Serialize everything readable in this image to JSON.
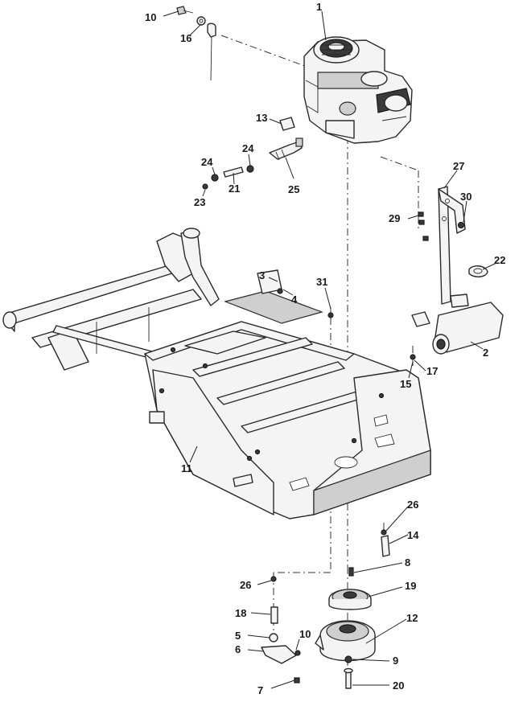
{
  "callouts": {
    "c1": "1",
    "c2": "2",
    "c3": "3",
    "c4": "4",
    "c5": "5",
    "c6": "6",
    "c7": "7",
    "c8": "8",
    "c9": "9",
    "c10a": "10",
    "c10b": "10",
    "c11": "11",
    "c12": "12",
    "c13": "13",
    "c14": "14",
    "c15": "15",
    "c16": "16",
    "c17": "17",
    "c18": "18",
    "c19": "19",
    "c20": "20",
    "c21": "21",
    "c22": "22",
    "c23": "23",
    "c24a": "24",
    "c24b": "24",
    "c25": "25",
    "c26a": "26",
    "c26b": "26",
    "c27": "27",
    "c29": "29",
    "c30": "30",
    "c31": "31"
  }
}
